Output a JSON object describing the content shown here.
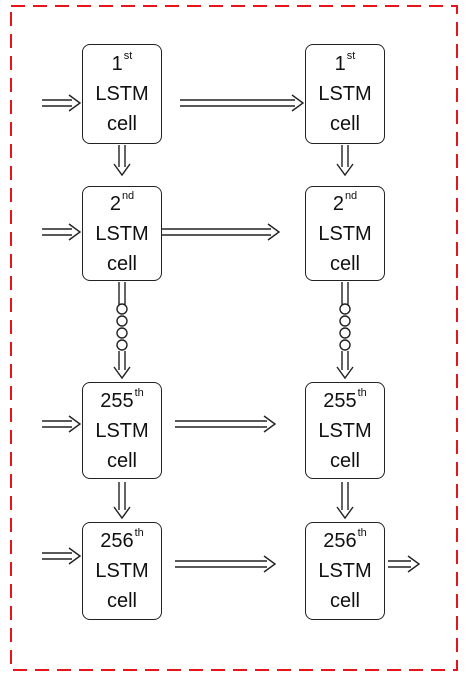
{
  "cells": [
    {
      "id": "c1-r1",
      "num": "1",
      "sup": "st",
      "line2": "LSTM",
      "line3": "cell"
    },
    {
      "id": "c1-r2",
      "num": "2",
      "sup": "nd",
      "line2": "LSTM",
      "line3": "cell"
    },
    {
      "id": "c1-r3",
      "num": "255",
      "sup": "th",
      "line2": "LSTM",
      "line3": "cell"
    },
    {
      "id": "c1-r4",
      "num": "256",
      "sup": "th",
      "line2": "LSTM",
      "line3": "cell"
    },
    {
      "id": "c2-r1",
      "num": "1",
      "sup": "st",
      "line2": "LSTM",
      "line3": "cell"
    },
    {
      "id": "c2-r2",
      "num": "2",
      "sup": "nd",
      "line2": "LSTM",
      "line3": "cell"
    },
    {
      "id": "c2-r3",
      "num": "255",
      "sup": "th",
      "line2": "LSTM",
      "line3": "cell"
    },
    {
      "id": "c2-r4",
      "num": "256",
      "sup": "th",
      "line2": "LSTM",
      "line3": "cell"
    }
  ],
  "colors": {
    "frame_border": "#e8141b",
    "stroke": "#222222"
  }
}
